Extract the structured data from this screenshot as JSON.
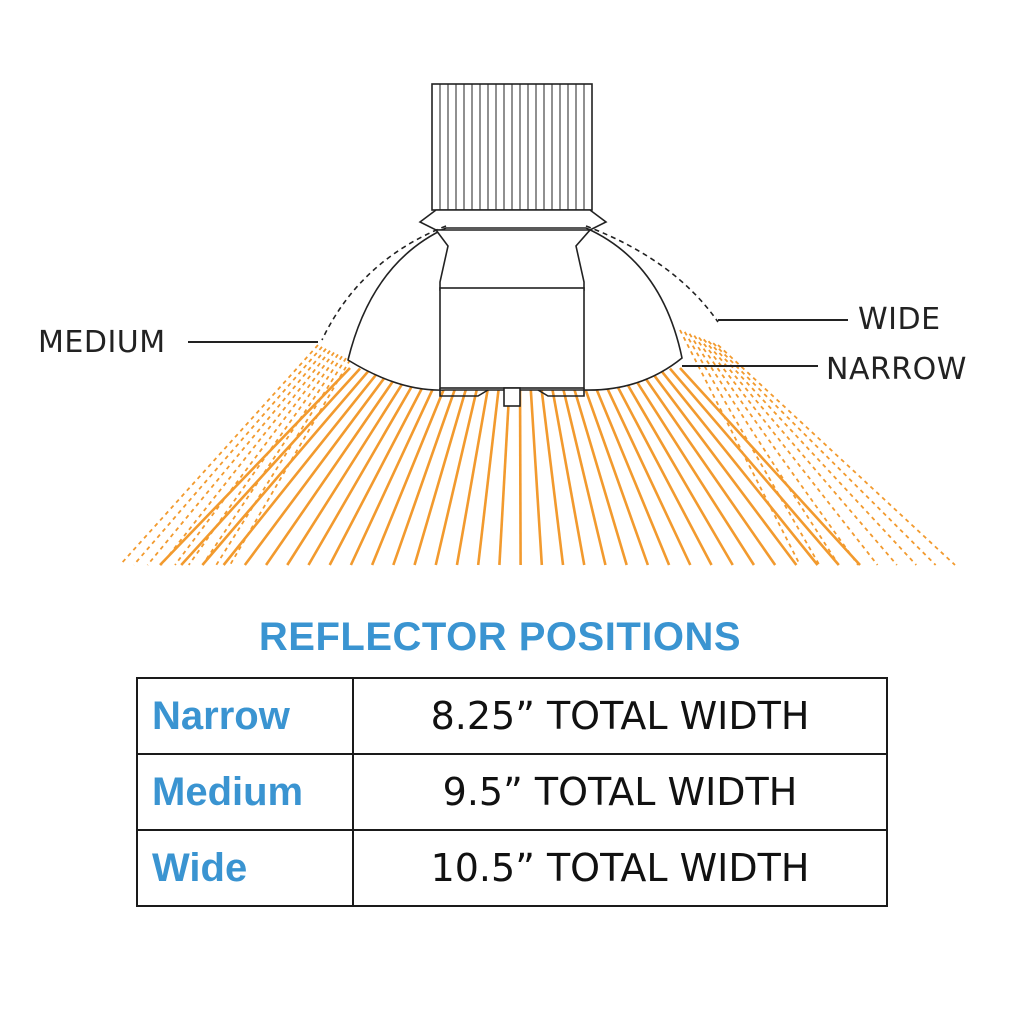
{
  "callouts": {
    "medium": "MEDIUM",
    "wide": "WIDE",
    "narrow": "NARROW"
  },
  "table": {
    "title": "REFLECTOR POSITIONS",
    "rows": [
      {
        "name": "Narrow",
        "width": "8.25” TOTAL WIDTH"
      },
      {
        "name": "Medium",
        "width": "9.5” TOTAL WIDTH"
      },
      {
        "name": "Wide",
        "width": "10.5” TOTAL WIDTH"
      }
    ]
  },
  "colors": {
    "accent": "#3a94d1",
    "beam": "#f29a2e",
    "line": "#1a1a1a"
  }
}
